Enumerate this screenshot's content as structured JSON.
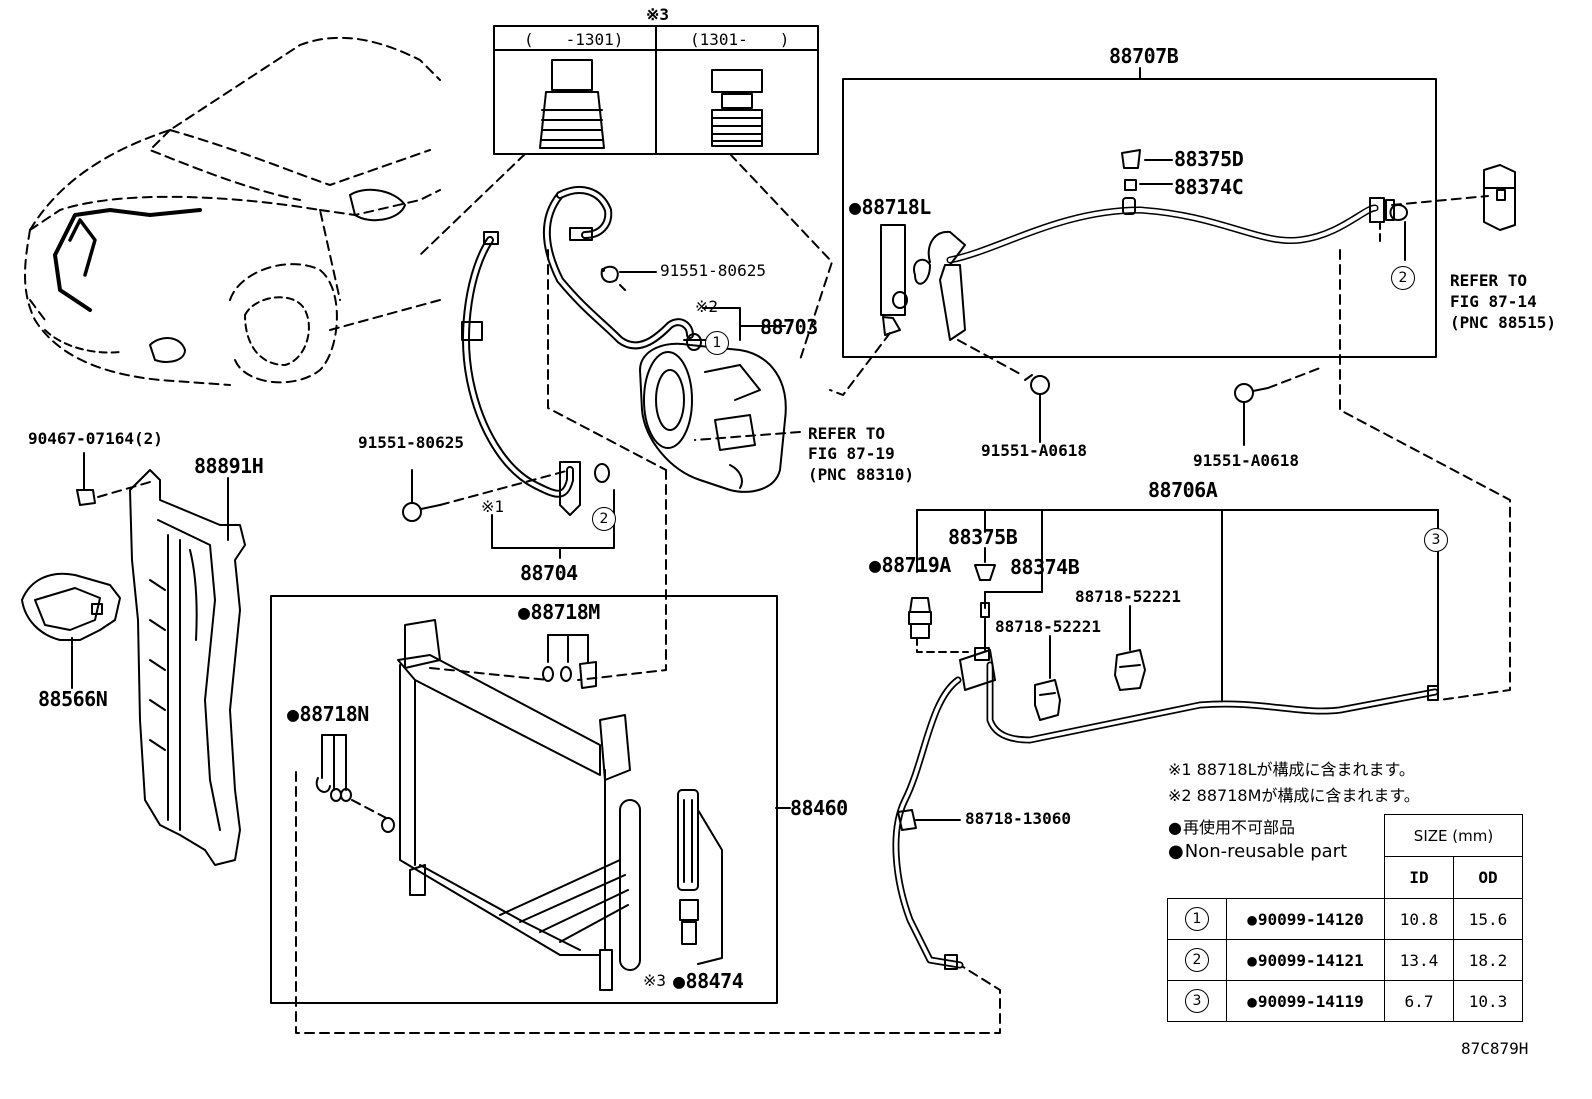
{
  "inset": {
    "marker": "※3",
    "left_range": "(　　-1301)",
    "right_range": "(1301-　　)"
  },
  "parts": {
    "p88707B": "88707B",
    "p88375D": "88375D",
    "p88374C": "88374C",
    "p88718L": "88718L",
    "p91551_80625_a": "91551-80625",
    "p88703": "88703",
    "note2_marker": "※2",
    "p91551_80625_b": "91551-80625",
    "note1_marker": "※1",
    "p88704": "88704",
    "p90467": "90467-07164(2)",
    "p88891H": "88891H",
    "p88566N": "88566N",
    "p91551_A0618_a": "91551-A0618",
    "p91551_A0618_b": "91551-A0618",
    "p88706A": "88706A",
    "p88375B": "88375B",
    "p88719A": "88719A",
    "p88374B": "88374B",
    "p88718_52221_a": "88718-52221",
    "p88718_52221_b": "88718-52221",
    "p88718M": "88718M",
    "p88718N": "88718N",
    "p88460": "88460",
    "p88718_13060": "88718-13060",
    "p88474_marker": "※3",
    "p88474": "88474"
  },
  "refs": {
    "fig87_19": {
      "line1": "REFER TO",
      "line2": "FIG 87-19",
      "line3": "(PNC 88310)"
    },
    "fig87_14": {
      "line1": "REFER TO",
      "line2": "FIG 87-14",
      "line3": "(PNC 88515)"
    }
  },
  "circles": {
    "c1": "1",
    "c2a": "2",
    "c2b": "2",
    "c3": "3"
  },
  "notes": {
    "note1": "※1 88718Lが構成に含まれます。",
    "note2": "※2 88718Mが構成に含まれます。",
    "legend_jp": "再使用不可部品",
    "legend_en": "Non-reusable part"
  },
  "size_table": {
    "header": "SIZE (mm)",
    "col_id": "ID",
    "col_od": "OD",
    "rows": [
      {
        "mark": "1",
        "part": "90099-14120",
        "id": "10.8",
        "od": "15.6"
      },
      {
        "mark": "2",
        "part": "90099-14121",
        "id": "13.4",
        "od": "18.2"
      },
      {
        "mark": "3",
        "part": "90099-14119",
        "id": "6.7",
        "od": "10.3"
      }
    ]
  },
  "figure_id": "87C879H"
}
